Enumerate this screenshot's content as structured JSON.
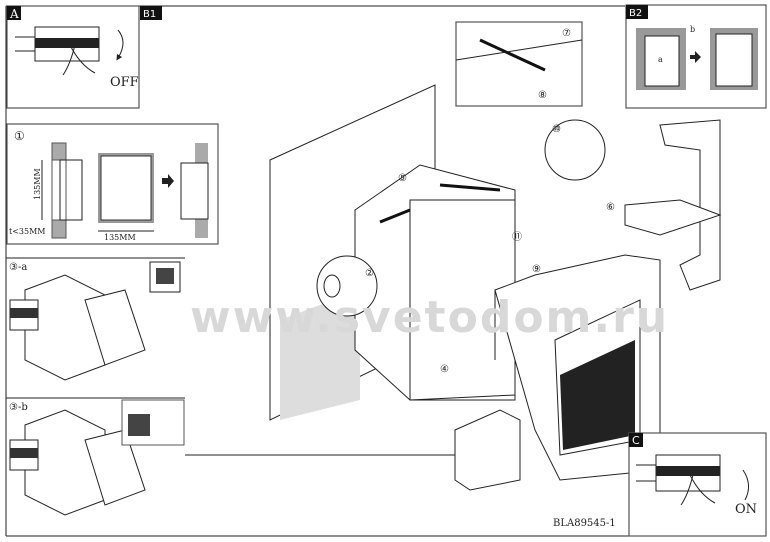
{
  "steps": {
    "a": {
      "badge": "A",
      "label": "OFF"
    },
    "b1": {
      "badge": "B1"
    },
    "step1": {
      "badge": "①",
      "height": "135MM",
      "width": "135MM",
      "thickness": "t<35MM"
    },
    "step3a": {
      "badge": "③-a"
    },
    "step3b": {
      "badge": "③-b"
    },
    "b2": {
      "badge": "B2",
      "mark_a": "a",
      "mark_b": "b"
    },
    "c": {
      "badge": "C",
      "label": "ON"
    }
  },
  "callouts": [
    "②",
    "④",
    "⑤",
    "⑥",
    "⑦",
    "⑧",
    "⑨",
    "⑩",
    "⑪"
  ],
  "model_code": "BLA89545-1",
  "watermark": "www.svetodom.ru"
}
